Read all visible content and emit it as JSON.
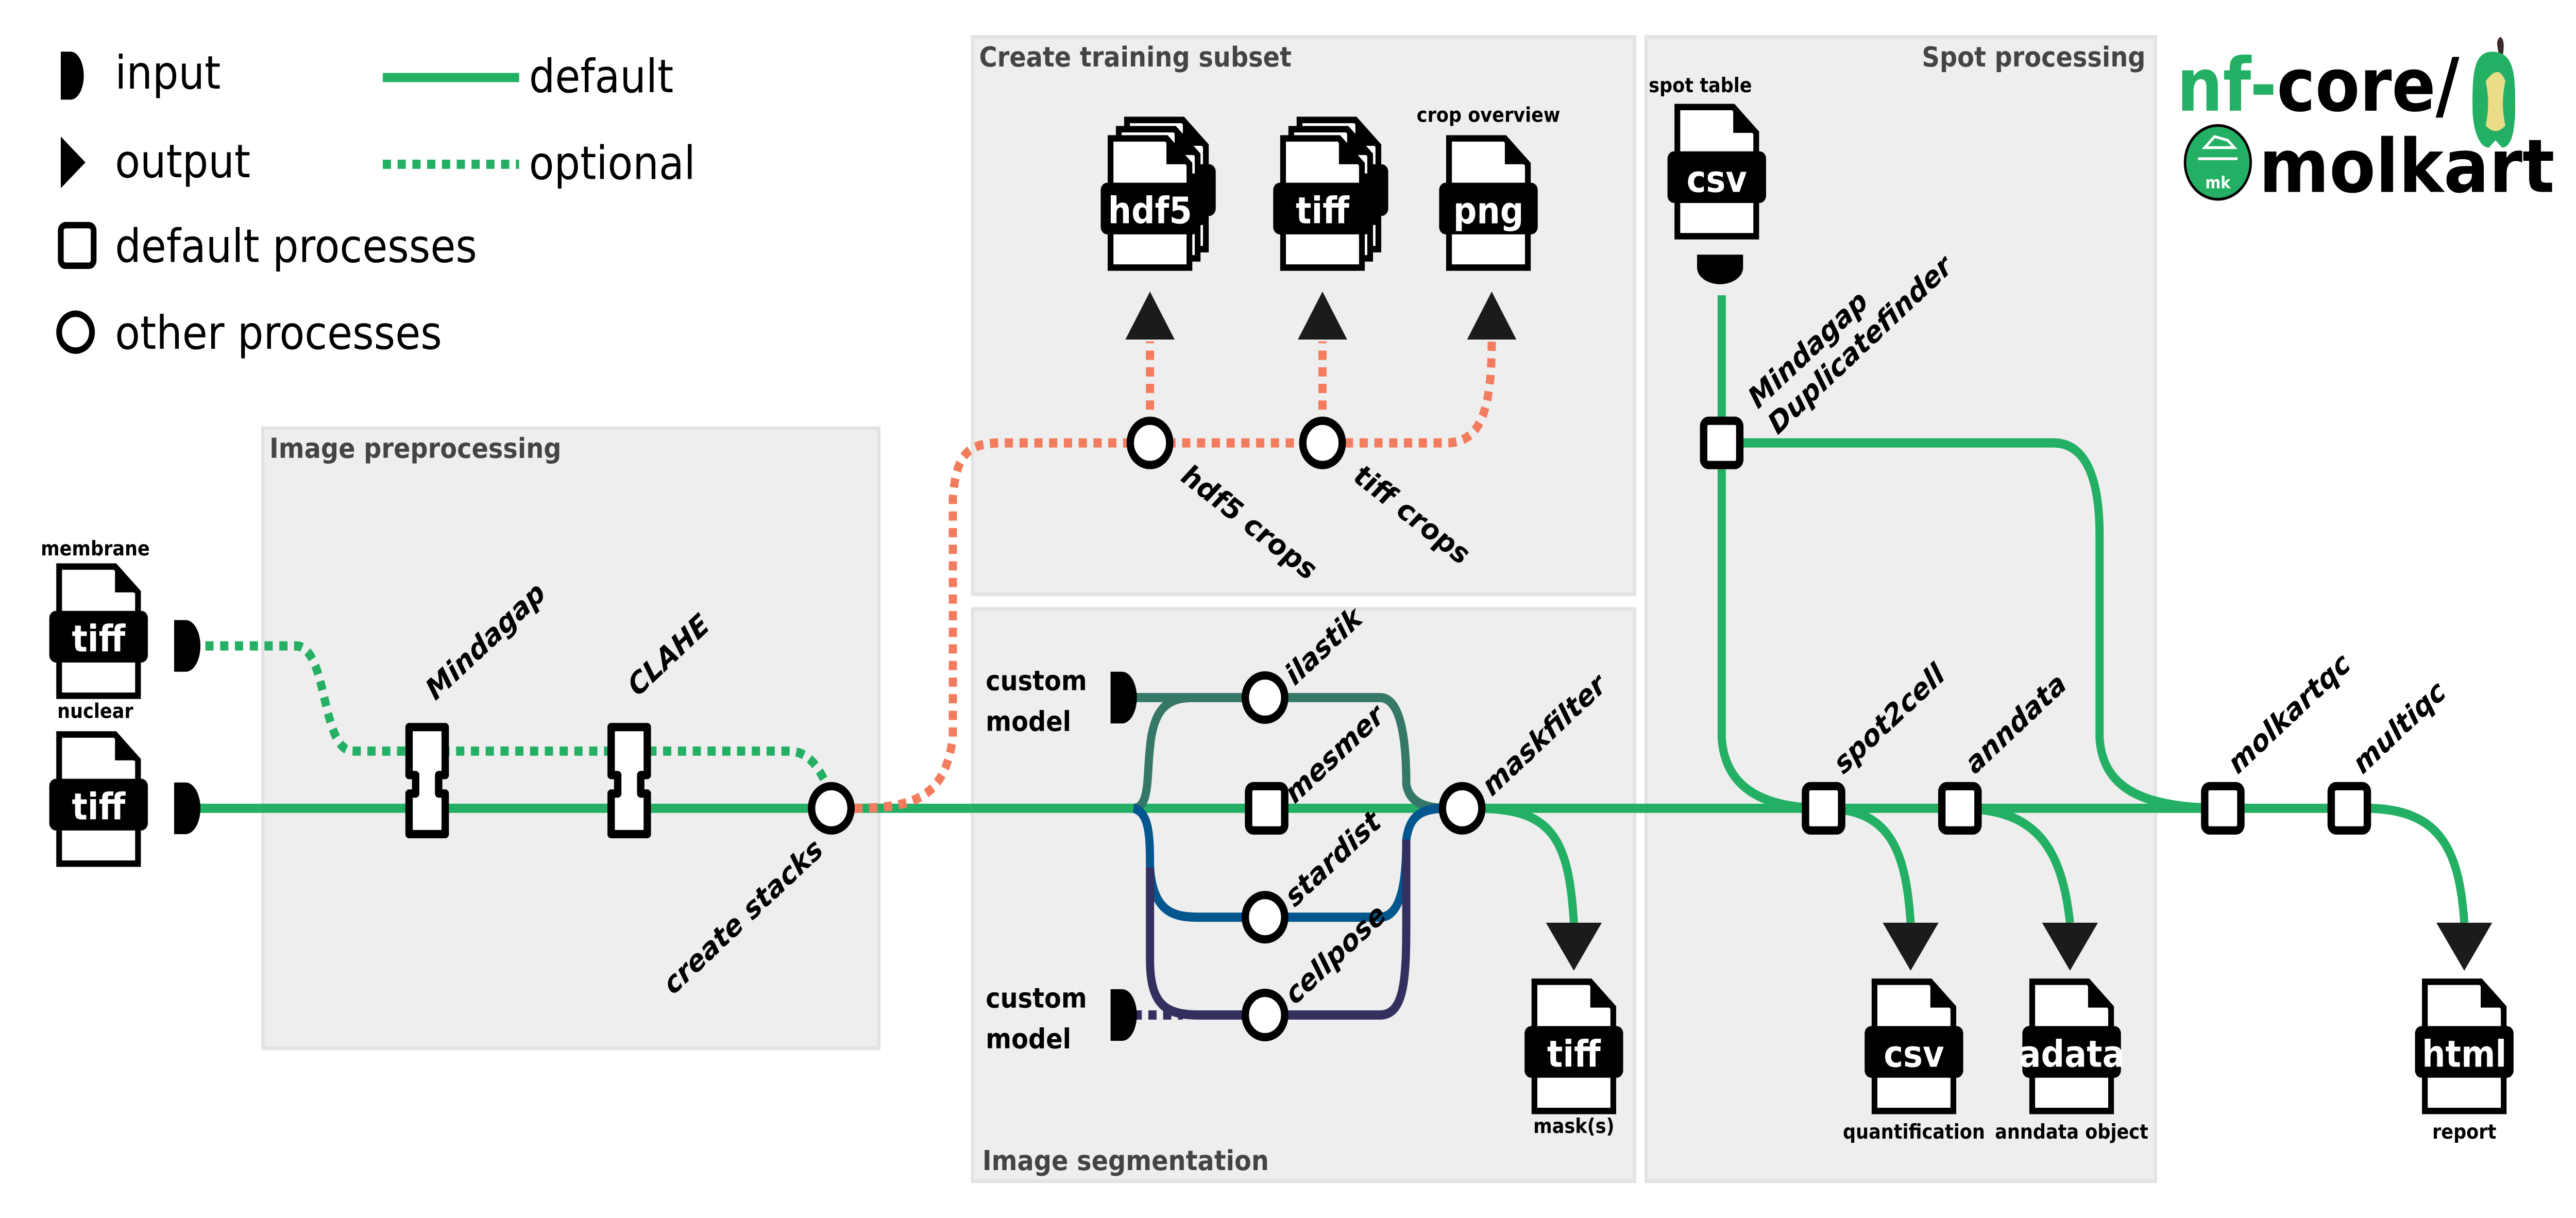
{
  "legend": {
    "input": "input",
    "output": "output",
    "default_processes": "default processes",
    "other_processes": "other processes",
    "default": "default",
    "optional": "optional"
  },
  "logo": {
    "line1_prefix": "nf-",
    "line1_suffix": "core/",
    "line2": "molkart",
    "badge": "mk"
  },
  "sections": {
    "preprocessing": "Image preprocessing",
    "training": "Create training subset",
    "segmentation": "Image segmentation",
    "spot": "Spot processing"
  },
  "inputs": {
    "membrane_label": "membrane",
    "membrane_type": "tiff",
    "nuclear_label": "nuclear",
    "nuclear_type": "tiff",
    "spot_table_label": "spot table",
    "spot_table_type": "csv",
    "custom_model_1": [
      "custom",
      "model"
    ],
    "custom_model_2": [
      "custom",
      "model"
    ]
  },
  "processes": {
    "mindagap": "Mindagap",
    "clahe": "CLAHE",
    "create_stacks": "create stacks",
    "hdf5_crops": "hdf5 crops",
    "tiff_crops": "tiff crops",
    "ilastik": "ilastik",
    "mesmer": "mesmer",
    "stardist": "stardist",
    "cellpose": "cellpose",
    "maskfilter": "maskfilter",
    "duplicatefinder": [
      "Mindagap",
      "Duplicatefinder"
    ],
    "spot2cell": "spot2cell",
    "anndata": "anndata",
    "molkartqc": "molkartqc",
    "multiqc": "multiqc"
  },
  "outputs": {
    "hdf5": "hdf5",
    "tiff_crops": "tiff",
    "png": "png",
    "crop_overview": "crop overview",
    "mask_type": "tiff",
    "mask_label": "mask(s)",
    "quant_type": "csv",
    "quant_label": "quantification",
    "adata_type": "adata",
    "adata_label": "anndata object",
    "html_type": "html",
    "html_label": "report"
  },
  "colors": {
    "default": "#24B064",
    "optional_training": "#F37C5E",
    "ilastik": "#367867",
    "stardist": "#04568F",
    "cellpose": "#33305F",
    "section_bg": "#EEEEEE",
    "apple_core": "#EBDC88"
  }
}
